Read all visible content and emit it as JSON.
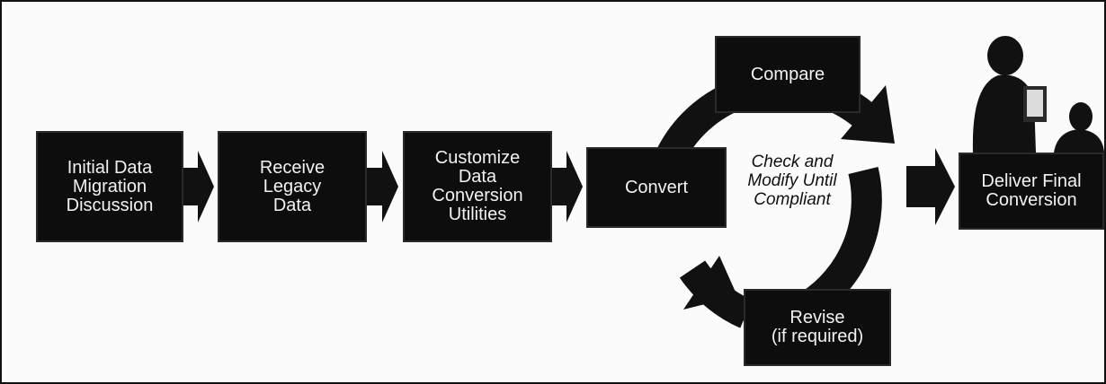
{
  "steps": [
    {
      "label": "Initial Data\nMigration\nDiscussion"
    },
    {
      "label": "Receive\nLegacy\nData"
    },
    {
      "label": "Customize\nData\nConversion\nUtilities"
    },
    {
      "label": "Convert"
    },
    {
      "label": "Compare"
    },
    {
      "label": "Revise\n(if required)"
    },
    {
      "label": "Deliver Final\nConversion"
    }
  ],
  "cycle_label": "Check and\nModify Until\nCompliant",
  "colors": {
    "box": "#0d0d0d",
    "box_text": "#f2f2f2",
    "arrow": "#111111",
    "background": "#fbfbfb"
  }
}
